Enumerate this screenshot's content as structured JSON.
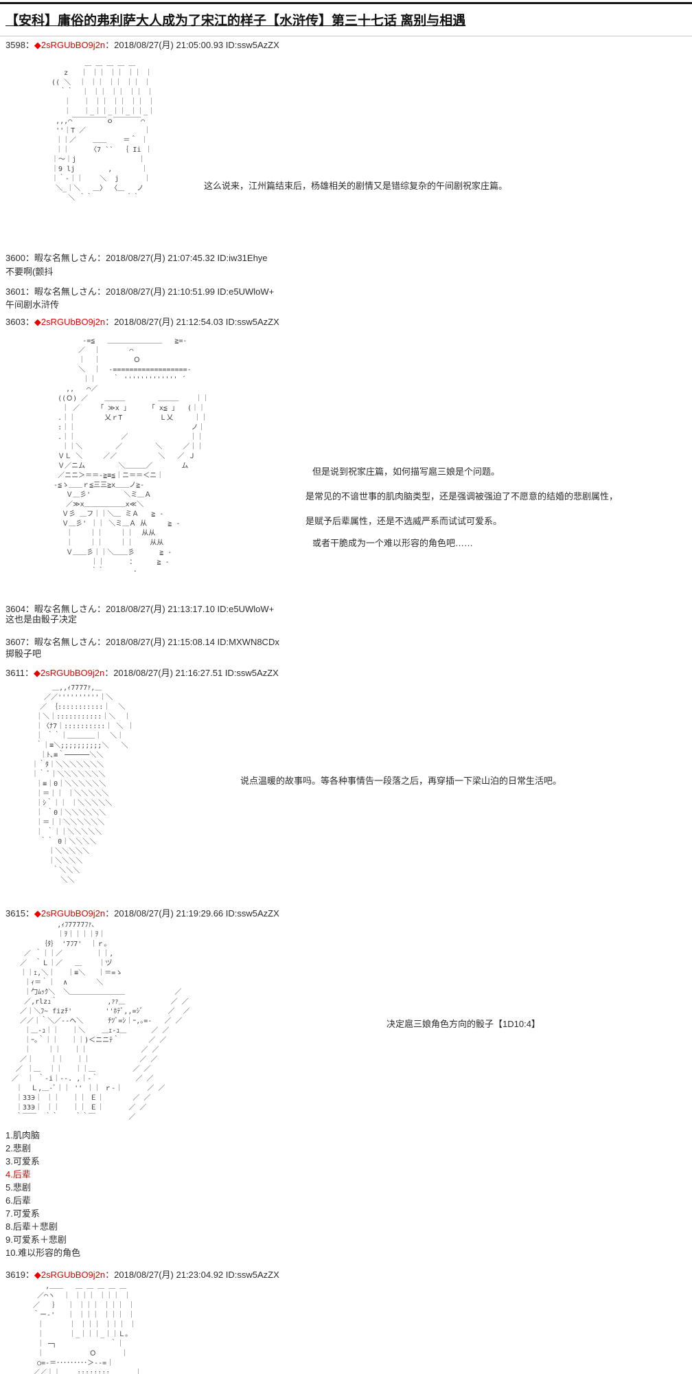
{
  "page": {
    "title": "【安科】庸俗的弗利萨大人成为了宋江的样子【水浒传】第三十七话 离别与相遇"
  },
  "colors": {
    "tripcode_red": "#e60000",
    "highlight_red": "#e60000",
    "text_black": "#2b2b2b"
  },
  "posts": [
    {
      "left": "3598：",
      "name": "◆2sRGUbBO9j2n",
      "right": "：2018/08/27(月) 21:05:00.93 ID:ssw5AzZX",
      "aa": "           ＿ ＿ ＿ ＿ ＿\n      z   ｜ ｜｜ ｜｜ ｜｜ ｜\n   (( ＼  ｜ ｜｜ ｜｜ ｜｜ ｜\n     ｀｀  ｜ ｜｜ ｜｜ ｜｜ ｜\n      ｜   ｜ ｜｜ ｜｜ ｜｜ ｜\n      ｜   ｜_｜｜_｜｜_｜｜_｜\n    ,,,⌒￣￣￣￣￣ｏ￣￣￣￣⌒\n    ''｜T ／              ｜\n    ｜｜／    ＿＿    ＝＾ ｜\n    ｜｜     〈7 ``  ｛ Ii ｜\n   ｜～｜j               ｜\n   ｜9 lj        ,       ｜\n   ｜｀-｜｜    ＼  j      ｜\n    ＼_｜＼   ＿〉 〈＿   ノ\n       ＼ ｀｀        ｀｀",
      "dialogue": "这么说来，江州篇结束后，杨雄相关的剧情又是错综复杂的午间剧祝家庄篇。"
    },
    {
      "left": "3600：",
      "name": "暇な名無しさん",
      "right": "：2018/08/27(月) 21:07:45.32 ID:iw31Ehye",
      "body": "不要啊(颤抖"
    },
    {
      "left": "3601：",
      "name": "暇な名無しさん",
      "right": "：2018/08/27(月) 21:10:51.99 ID:e5UWloW+",
      "body": "午间剧水浒传"
    },
    {
      "left": "3603：",
      "name": "◆2sRGUbBO9j2n",
      "right": "：2018/08/27(月) 21:12:54.03 ID:ssw5AzZX",
      "aa": "          -=≦   ＿＿＿＿＿＿＿＿   ≧=-\n         ／  ｜       ⌒\n         ｜  ｜        Ｏ\n         ＼  ｜  -==================-\n          ｜｜    ｀ ''''''''''''' ´\n      ,,   ⌒／\n    ((Ｏ) ／    ＿＿＿        ＿＿＿    ｜｜\n     ｜ ／     ｢ ≫x ｣      ｢ x≦ ｣   (｜｜\n    .｜｜       乂ｒT         Ｌ乂     ｜｜\n    :｜｜                            ノ｜\n    .｜｜           ／               ｜｜\n     ｜｜＼        ／        ＼     ／｜｜\n    ＶＬ ＼     ／／          ＼   ／ Ｊ\n    Ｖ／ニム        ＼＿＿＿／       ム\n    ／ニニ＞＝＝-≧≡≦｜ニ＝＝＜ニ｜\n   -≦ゝ＿＿ｒ≦三三≧x＿＿ノ≧-\n      Ｖ＿彡'        ＼ミ＿Ａ\n      ／≫x＿＿＿＿＿＿x≪＼\n     Ｖ彡 ＿フ｜｜＼＿ ミＡ   ≧ -\n     Ｖ＿彡' ｜｜ ＼ミ＿Ａ 从     ≧ -\n      ｜    ｜｜    ｜｜  从从\n      ｜    ｜｜    ｜｜    从从\n      Ｖ＿＿彡｜｜＼＿＿彡      ≧ -\n            ｜｜      ：     ≧ -\n            ｀｀       ･",
      "dialogue_lines": [
        "但是说到祝家庄篇，如何描写扈三娘是个问题。",
        "是常见的不谙世事的肌肉脑类型，还是强调被强迫了不愿意的结婚的悲剧属性，",
        "是赋予后辈属性，还是不选威严系而试试可爱系。",
        "或者干脆成为一个难以形容的角色吧……"
      ]
    },
    {
      "left": "3604：",
      "name": "暇な名無しさん",
      "right": "：2018/08/27(月) 21:13:17.10 ID:e5UWloW+",
      "body": "这也是由骰子决定"
    },
    {
      "left": "3607：",
      "name": "暇な名無しさん",
      "right": "：2018/08/27(月) 21:15:08.14 ID:MXWN8CDx",
      "body": "掷骰子吧"
    },
    {
      "left": "3611：",
      "name": "◆2sRGUbBO9j2n",
      "right": "：2018/08/27(月) 21:16:27.51 ID:ssw5AzZX",
      "aa": "        ＿,,ｨ7777ｧ,＿\n      ／／''''''''''｜＼\n     ／ ｛:::::::::::｜  ＼\n    ｜＼｜:::::::::::｜＼  ｜\n    ｜〈ﾅ7｜::::::::::｜ ＼ ｜\n    ｜ ｀｀｜＿＿＿＿｜  ＼｜\n    ｀｜≡＼;;;;;;;;;;＼   ＼\n     ｜ﾄ､≡｀──────＼＼\n   ｜｀ﾀ｜＼＼＼＼＼＼＼\n   ｜｀ ﾞ｜＼＼＼＼＼＼＼\n    ｜≡｜0｜＼＼＼＼＼＼\n    ｜＝｜｜ ｜＼＼＼＼＼\n    ｜ｼ｀｜｜ ｜＼＼＼＼＼\n    ｜ ｀0｜＼＼＼＼＼＼\n    ｜＝｜｜＼＼＼＼＼＼\n    ｜ ｀｜｜＼＼＼＼＼\n     ｀｀ 0｜＼＼＼＼\n       ｜＼＼＼＼＼\n       ｜＼＼＼＼\n        ｀＼＼＼\n          ＼＼",
      "dialogue": "说点温暖的故事吗。等各种事情告一段落之后，再穿插一下梁山泊的日常生活吧。"
    },
    {
      "left": "3615：",
      "name": "◆2sRGUbBO9j2n",
      "right": "：2018/08/27(月) 21:19:29.66 ID:ssw5AzZX",
      "aa": "             ,ｨﾌ7777ﾌｧ､\n             ｜ｦ｜｜｜｜ｦ｜\n         ｛ﾀ｝ '7ﾌ7'  ｜ｒ｡\n     ／ ｀｜｜／        ｜｜,\n    ／  ｀Ｌ｜／   ＿    ｜ヅ\n    ｜｜ｪ,＼｜   ｜≡＼   ｜＝=ゝ\n     ｜ｨ＝｀｜  ∧       ＼\n     ｜勹ﾑｯｸ＼  ＼＿＿＿＿＿＿＿＿            ／\n     ／,rlzｭ｀            ,ｧｧ＿           ／ ／\n    ／｜＼ﾌ~ fizﾁ'        ''ﾎﾃﾞ,,=ｼﾞ      ／  ／\n    ／／｜｀＼／--ヘ＼      ﾁﾂﾞ=ｼ｜ｰ,｡=-   ／ ／\n     ｜＿-ｭ｜｜   ｜＼    ＿ｪ-ｭ＿      ／ ／\n     ｜ｰ｡｀｜｜   ｜｜)＜ニニﾃ｀       ／ ／\n     ｜    ｜｜   ｜｜             ／ ／\n    ／｜    ｜｜   ｜｜            ／ ／\n   ／ ｜＿  ｜｜   ｜｜＿         ／ ／\n  ／  ｜ ｀-i｜--. ,｜-｀         ／ ／\n   ｜  Ｌ,＿-ﾞ｜｜ '' ｜｜ ｒ-｜      ／ ／\n   ｜ЗЗЭ｜ ｜｜   ｜｜ Ｅ｜       ／ ／\n   ｜ЗЗЭ｜ ｜｜   ｜｜ Ｅ｜      ／ ／\n   ｀￣￣  ｀｀    ｀｀￣        ／",
      "dialogue": "决定扈三娘角色方向的骰子【1D10:4】",
      "list": [
        "1.肌肉脑",
        "2.悲剧",
        "3.可爱系",
        "4.后辈",
        "5.悲剧",
        "6.后辈",
        "7.可爱系",
        "8.后辈＋悲剧",
        "9.可爱系＋悲剧",
        "10.难以形容的角色"
      ]
    },
    {
      "left": "3619：",
      "name": "◆2sRGUbBO9j2n",
      "right": "：2018/08/27(月) 21:23:04.92 ID:ssw5AzZX",
      "aa": "      ,＿＿   ＿ ＿ ＿ ＿ ＿\n    ／⌒ヽ  ｜ ｜｜｜ ｜｜｜ ｜\n   ／   ｝  ｜ ｜｜｜ ｜｜｜ ｜\n   ｀ー‐'   ｜ ｜｜｜ ｜｜｜ ｜\n    ｜      ｜ ｜｜｜ ｜｜｜ ｜\n    ｜      ｜_｜｜｜_｜｜Ｌ｡\n    ｜ ─┐             ｀｜\n    ｜           Ｏ      ｜\n    ○=-＝･････････＞--=｜\n   ／／｜｜    ::::::::      ｜"
    }
  ]
}
